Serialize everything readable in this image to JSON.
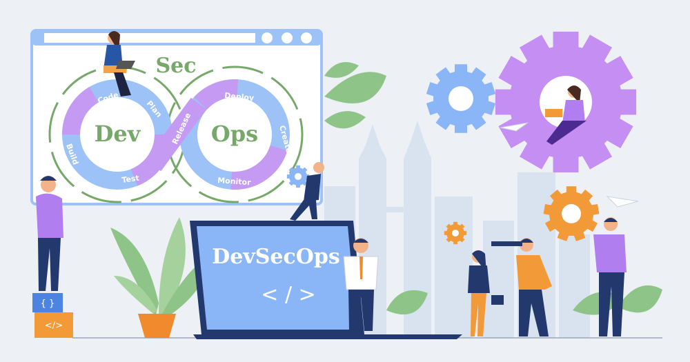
{
  "window": {
    "title_word": "Sec",
    "loop_left": "Dev",
    "loop_right": "Ops",
    "stages": [
      "Code",
      "Plan",
      "Release",
      "Deploy",
      "Create",
      "Monitor",
      "Test",
      "Build"
    ]
  },
  "laptop": {
    "screen_title": "DevSecOps",
    "code_symbol": "< / >"
  },
  "blocks": {
    "top": "{ }",
    "bottom": "</>"
  },
  "colors": {
    "background": "#edf1f6",
    "loop_blue": "#9cc2f7",
    "loop_purple": "#c59af2",
    "accent_green": "#76a86a",
    "gear_purple": "#c58ef3",
    "gear_blue": "#8ab6f8",
    "gear_orange": "#f39a38",
    "navy": "#23396e"
  }
}
